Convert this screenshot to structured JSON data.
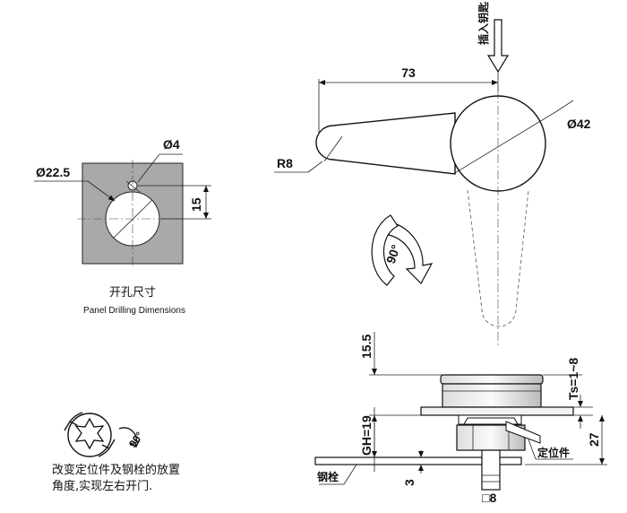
{
  "panel": {
    "dia_hole": "Ø22.5",
    "dia_pin": "Ø4",
    "offset": "15",
    "title_cn": "开孔尺寸",
    "title_en": "Panel Drilling Dimensions",
    "fill_color": "#a9a9a9"
  },
  "handle": {
    "length": "73",
    "radius": "R8",
    "knob_dia": "Ø42",
    "insert_key_label": "插入钥匙",
    "rotation": "90°"
  },
  "side_view": {
    "height_top": "15.5",
    "ts_range": "Ts=1~8",
    "gh": "GH=19",
    "total": "27",
    "thickness": "3",
    "square": "□8",
    "cam_label": "钢栓",
    "locator_label": "定位件"
  },
  "note": {
    "rotation": "90°",
    "line1": "改变定位件及钢栓的放置",
    "line2": "角度,实现左右开门."
  }
}
